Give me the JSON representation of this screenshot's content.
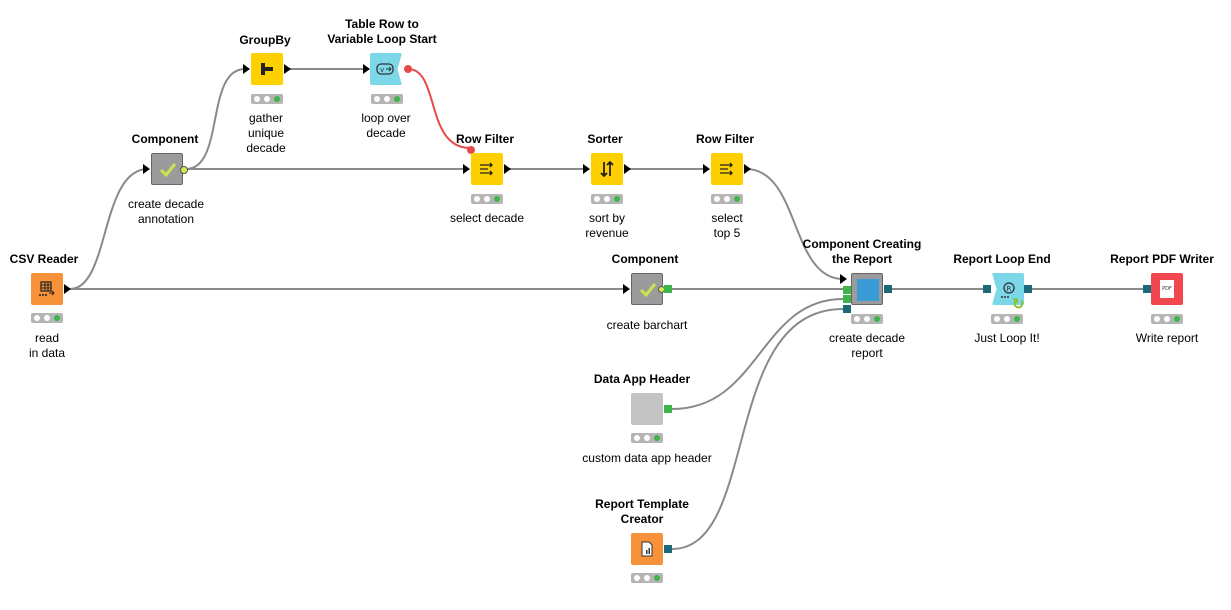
{
  "colors": {
    "source": "#f7913a",
    "manipulator": "#fed000",
    "loop": "#7cd8e8",
    "component": "#9b9b9b",
    "report": "#f2474f",
    "connection": "#808080",
    "flowvar": "#e84a4a",
    "status_ok": "#3db54a"
  },
  "nodes": {
    "csv_reader": {
      "title": "CSV Reader",
      "desc": "read\nin data",
      "icon": "table-icon"
    },
    "component_annot": {
      "title": "Component",
      "desc": "create decade\nannotation",
      "icon": "checkmark-icon"
    },
    "groupby": {
      "title": "GroupBy",
      "desc": "gather\nunique\ndecade",
      "icon": "groupby-icon"
    },
    "tr2var": {
      "title": "Table Row to\nVariable Loop Start",
      "desc": "loop over\ndecade",
      "icon": "variable-loop-icon"
    },
    "row_filter1": {
      "title": "Row Filter",
      "desc": "select decade",
      "icon": "filter-icon"
    },
    "sorter": {
      "title": "Sorter",
      "desc": "sort by\nrevenue",
      "icon": "sort-icon"
    },
    "row_filter2": {
      "title": "Row Filter",
      "desc": "select\ntop 5",
      "icon": "filter-icon"
    },
    "component_barchart": {
      "title": "Component",
      "desc": "create barchart",
      "icon": "checkmark-icon"
    },
    "component_report": {
      "title": "Component Creating\nthe Report",
      "desc": "create decade\nreport",
      "icon": "component-icon"
    },
    "report_loop_end": {
      "title": "Report Loop End",
      "desc": "Just Loop It!",
      "icon": "loop-end-icon"
    },
    "pdf_writer": {
      "title": "Report PDF Writer",
      "desc": "Write report",
      "icon": "pdf-icon"
    },
    "app_header": {
      "title": "Data App Header",
      "desc": "custom data app header",
      "icon": "component-icon"
    },
    "template_creator": {
      "title": "Report Template\nCreator",
      "desc": "",
      "icon": "report-template-icon"
    }
  },
  "icon_glyphs": {
    "pdf": "PDF",
    "loop_glyph": "↻"
  }
}
